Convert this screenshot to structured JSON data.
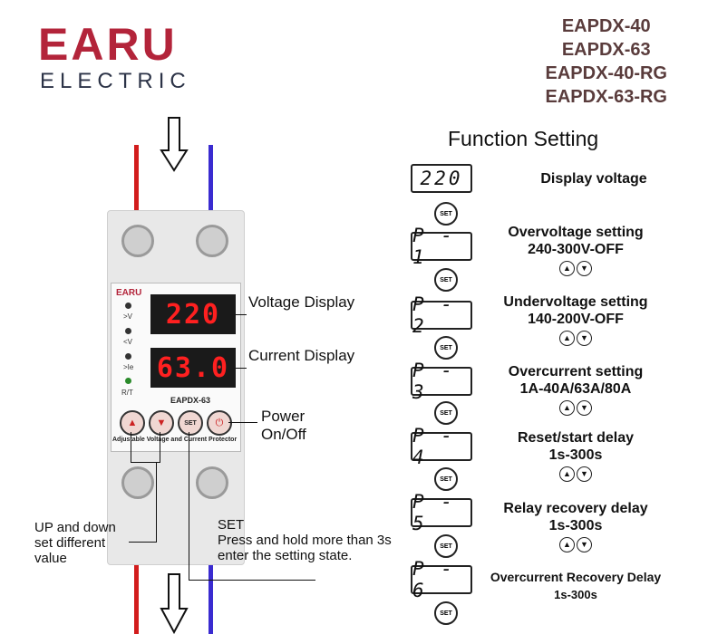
{
  "brand": {
    "logo": "EARU",
    "sub": "ELECTRIC"
  },
  "models": [
    "EAPDX-40",
    "EAPDX-63",
    "EAPDX-40-RG",
    "EAPDX-63-RG"
  ],
  "function_setting": {
    "title": "Function Setting",
    "steps": [
      {
        "code": "220",
        "lines": [
          "Display voltage"
        ]
      },
      {
        "code": "P - 1",
        "lines": [
          "Overvoltage setting",
          "240-300V-OFF"
        ]
      },
      {
        "code": "P - 2",
        "lines": [
          "Undervoltage setting",
          "140-200V-OFF"
        ]
      },
      {
        "code": "P - 3",
        "lines": [
          "Overcurrent setting",
          "1A-40A/63A/80A"
        ]
      },
      {
        "code": "P - 4",
        "lines": [
          "Reset/start delay",
          "1s-300s"
        ]
      },
      {
        "code": "P - 5",
        "lines": [
          "Relay recovery delay",
          "1s-300s"
        ]
      },
      {
        "code": "P - 6",
        "lines": [
          "Overcurrent Recovery Delay",
          "1s-300s"
        ]
      }
    ],
    "set_label": "SET"
  },
  "device": {
    "brand": "EARU",
    "voltage_reading": "220",
    "current_reading": "63.0",
    "model": "EAPDX-63",
    "caption": "Adjustable Voltage and Current Protector",
    "leds": [
      ">V",
      "<V",
      ">Ie",
      "R/T"
    ],
    "set_label": "SET"
  },
  "callouts": {
    "voltage_display": "Voltage Display",
    "current_display": "Current Display",
    "power": "Power On/Off",
    "up_down": "UP and down set different value",
    "set_title": "SET",
    "set_desc": "Press and hold more than 3s enter the setting state."
  },
  "colors": {
    "brand_red": "#b3243a",
    "live_wire": "#d21c1c",
    "neutral_wire": "#3a2bd0",
    "digit_red": "#ff2020"
  }
}
